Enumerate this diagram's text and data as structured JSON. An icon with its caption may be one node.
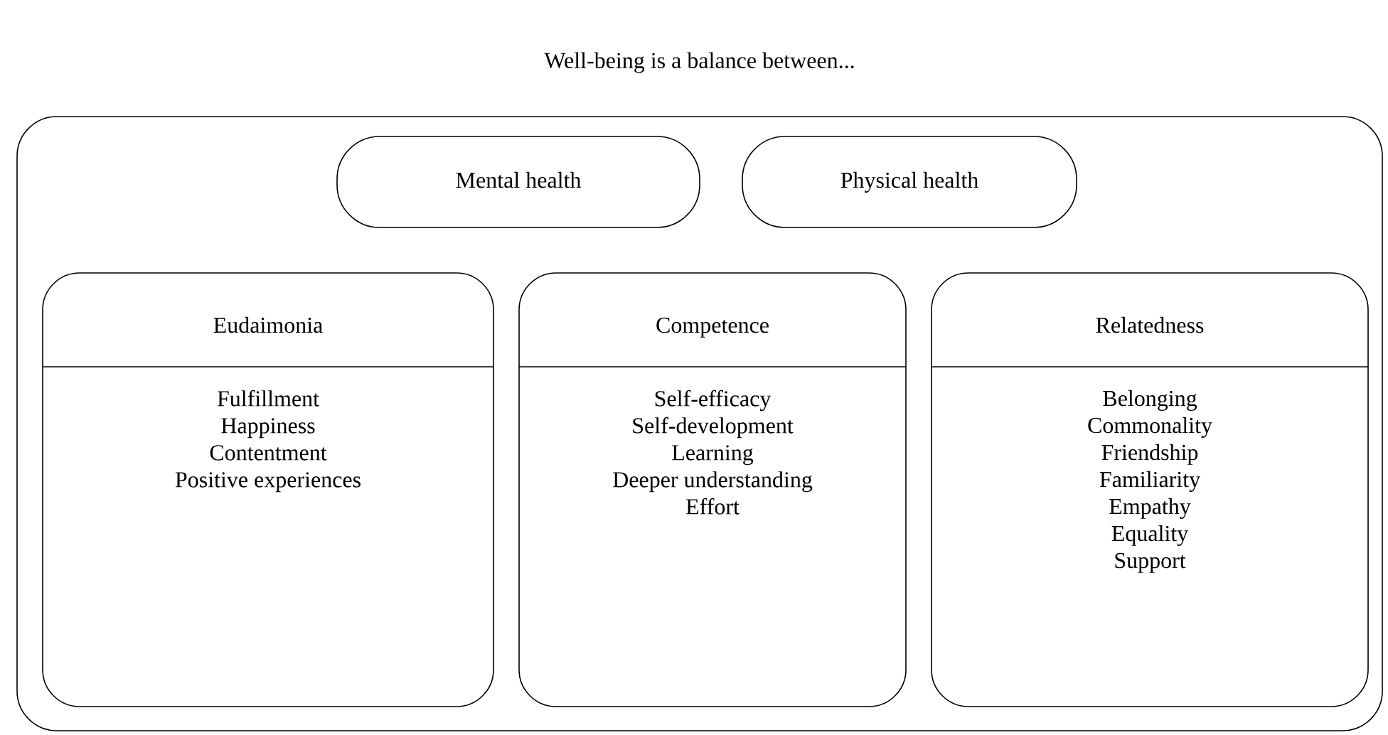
{
  "diagram": {
    "nodes": [
      {
        "text": [
          "Well-being is a balance between..."
        ]
      },
      {
        "text": [
          "Mental health"
        ],
        "in": 0
      },
      {
        "text": [
          "Physical health"
        ],
        "in": 0
      },
      {
        "text": [
          "Eudaimonia",
          "Fulfillment",
          "Happiness",
          "Contentment",
          "Positive experiences"
        ],
        "in": 0
      },
      {
        "text": [
          "Competence",
          "Self-efficacy",
          "Self-development",
          "Learning",
          "Deeper understanding",
          "Effort"
        ],
        "in": 0
      },
      {
        "text": [
          "Relatedness",
          "Belonging",
          "Commonality",
          "Friendship",
          "Familiarity",
          "Empathy",
          "Equality",
          "Support"
        ],
        "in": 0
      }
    ],
    "edges": []
  }
}
